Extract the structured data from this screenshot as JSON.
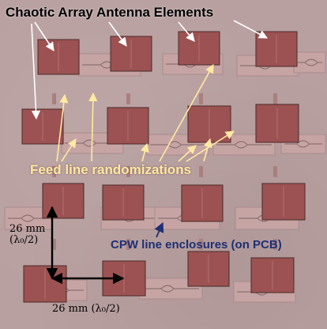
{
  "labels": {
    "title": "Chaotic Array Antenna Elements",
    "feed_line": "Feed line randomizations",
    "cpw": "CPW line enclosures (on PCB)",
    "dim_vertical_top": "26 mm",
    "dim_vertical_bottom": "(λ₀/2)",
    "dim_horizontal": "26 mm (λ₀/2)"
  },
  "colors": {
    "background": "#b9a0a0",
    "antenna_patch": "#9c5252",
    "patch_border": "#4a2a2a",
    "cpw_enclosure": "#c7a4a4",
    "title_text": "#000000",
    "feed_text": "#ffe9a3",
    "cpw_text": "#1f2f74",
    "callout_white": "#ffffff",
    "callout_yellow": "#ffe9a3",
    "callout_blue": "#1f2f74",
    "dimension_arrow": "#000000"
  },
  "diagram": {
    "grid": "4 x 4 array of square antenna patch elements",
    "icons": [
      "antenna-patch-icon",
      "cpw-enclosure-icon",
      "feed-line-icon",
      "arrow-icon"
    ]
  }
}
